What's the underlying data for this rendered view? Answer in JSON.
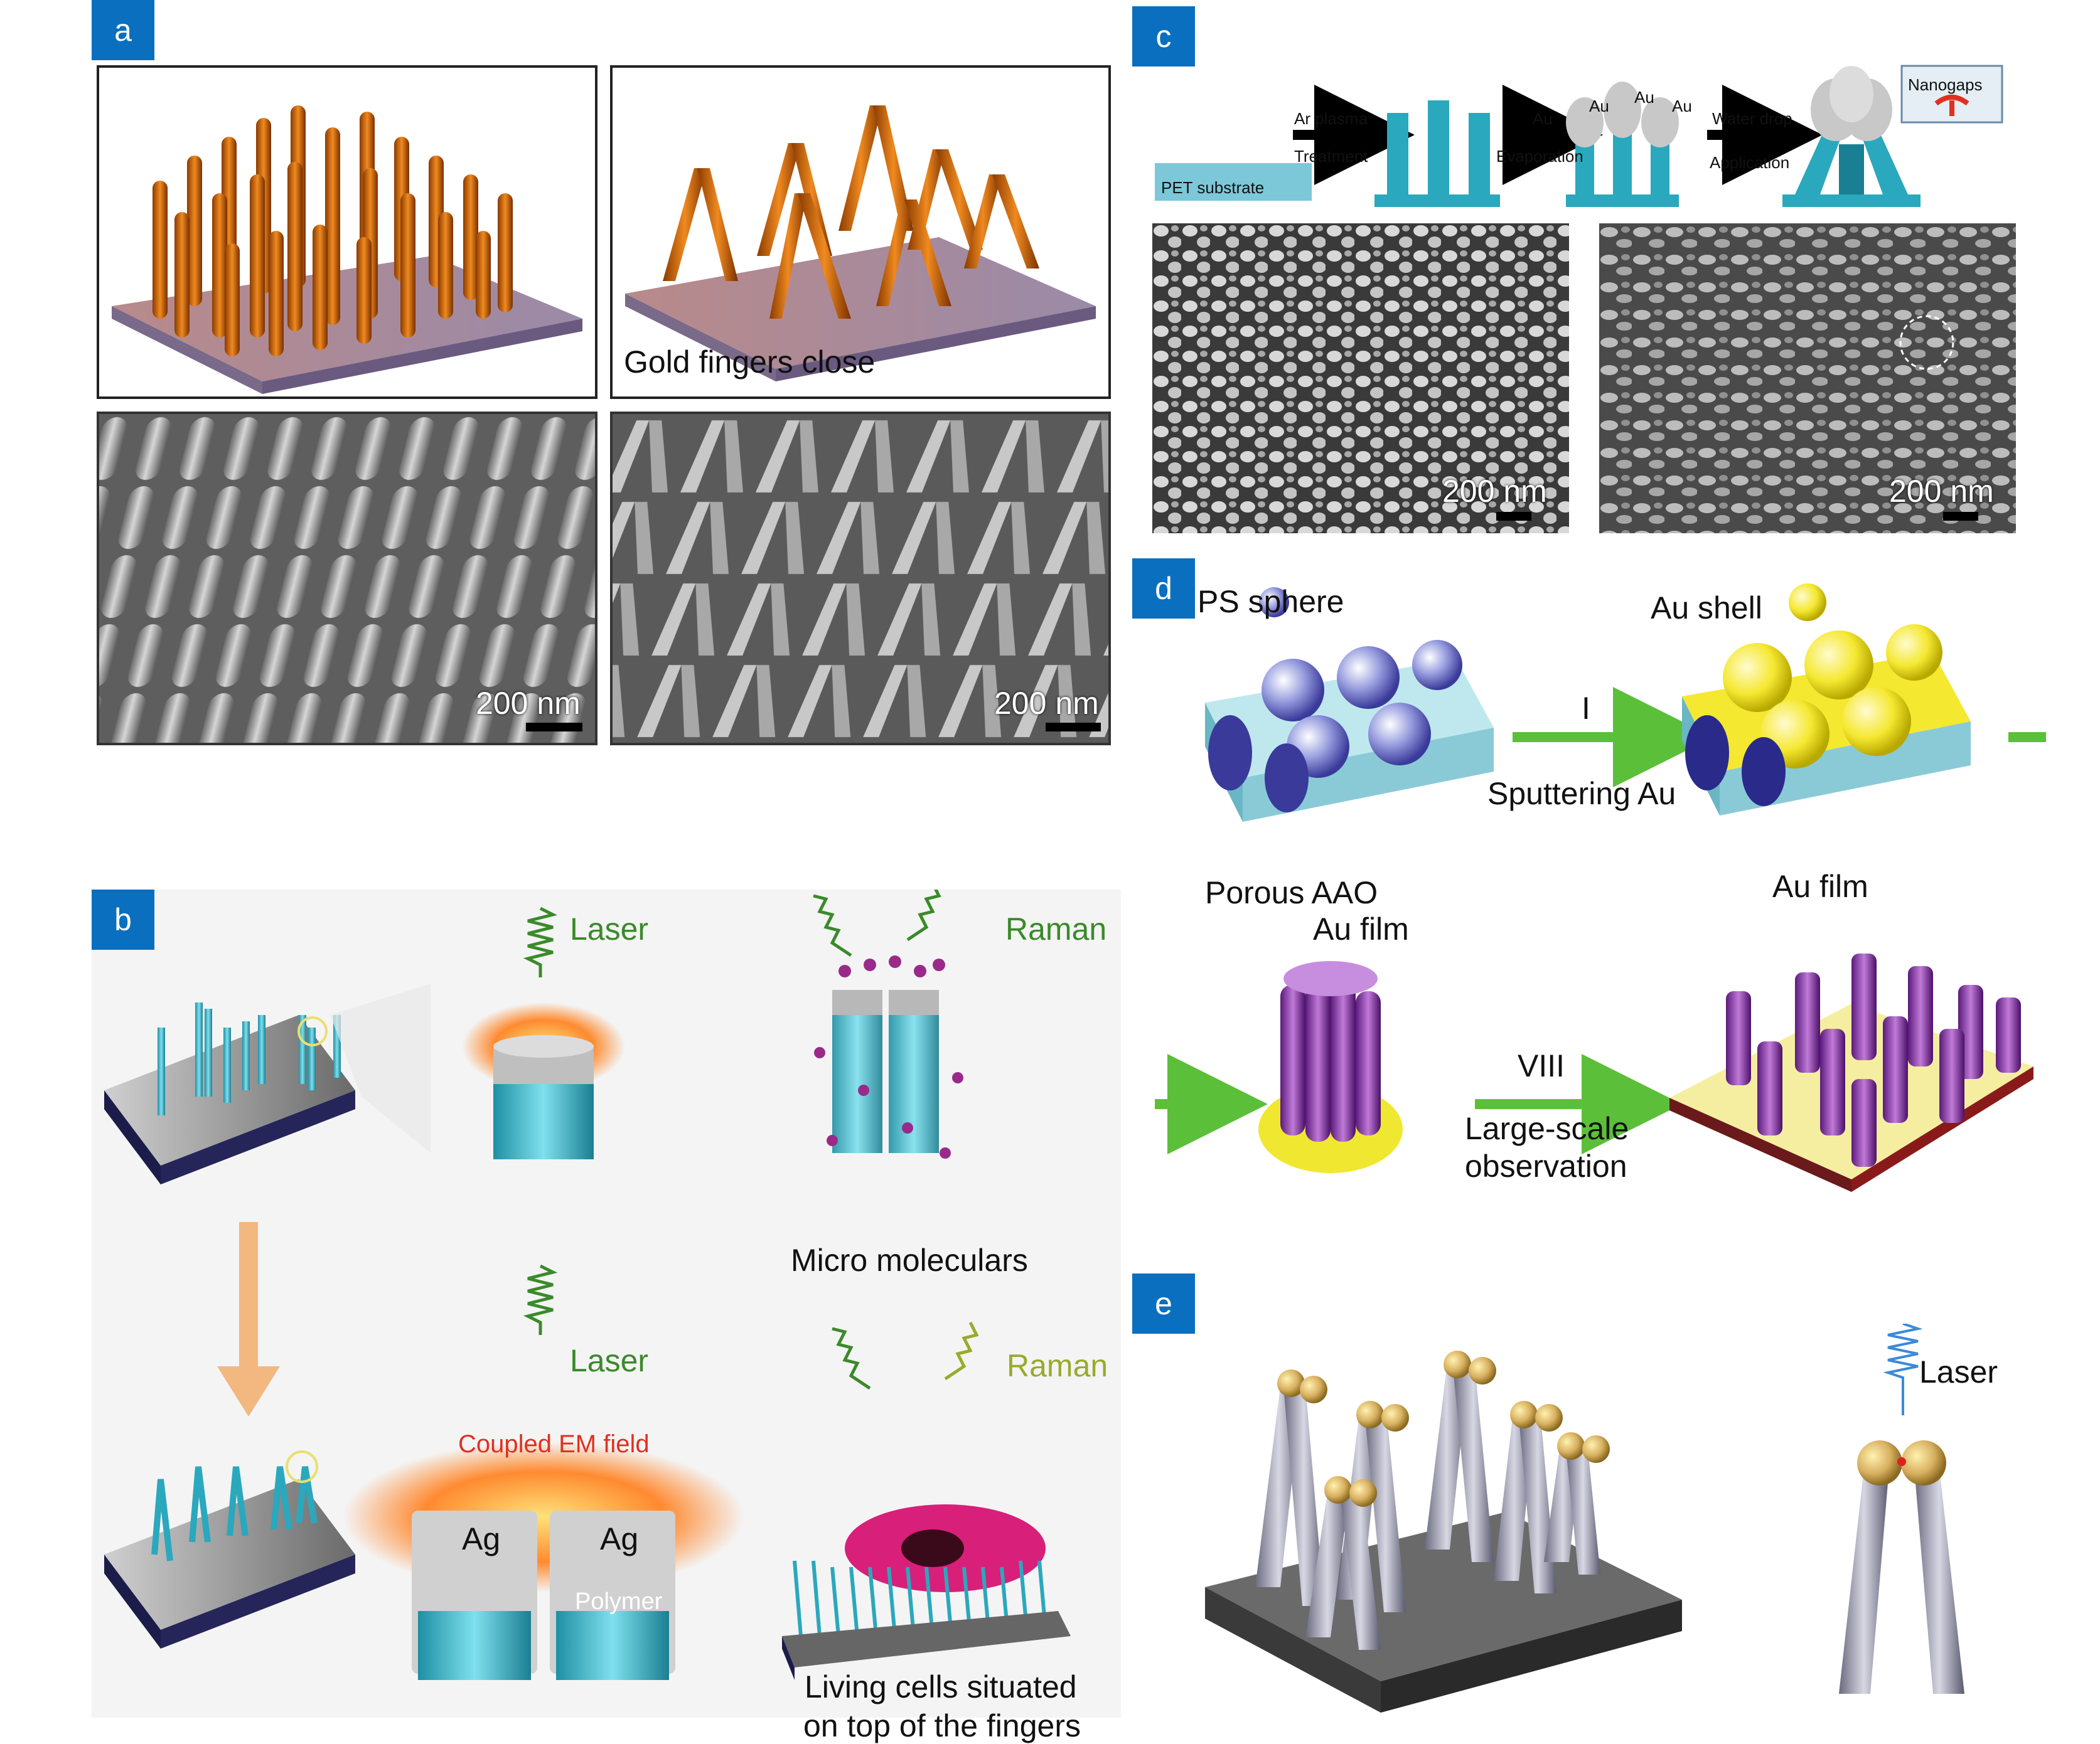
{
  "panels": {
    "a": {
      "tag": "a",
      "caption": "Gold fingers close",
      "scale_left": "200 nm",
      "scale_right": "200 nm"
    },
    "b": {
      "tag": "b",
      "laser_top": "Laser",
      "raman_top": "Raman",
      "micro": "Micro moleculars",
      "laser_bottom": "Laser",
      "coupled": "Coupled EM field",
      "ag_left": "Ag",
      "ag_right": "Ag",
      "polymer": "Polymer",
      "raman_bottom": "Raman",
      "cells_line1": "Living cells situated",
      "cells_line2": "on top of the fingers"
    },
    "c": {
      "tag": "c",
      "pet": "PET substrate",
      "ar1": "Ar plasma",
      "ar2": "Treatment",
      "au_step": "Au",
      "evap": "Evaporation",
      "au1": "Au",
      "au2": "Au",
      "au3": "Au",
      "water1": "Water drop",
      "water2": "Application",
      "nanogaps": "Nanogaps",
      "scale_left": "200 nm",
      "scale_right": "200 nm"
    },
    "d": {
      "tag": "d",
      "ps": "PS sphere",
      "au_shell": "Au shell",
      "step1": "I",
      "sputter": "Sputtering Au",
      "porous": "Porous AAO",
      "au_film_right": "Au film",
      "au_film_mid": "Au film",
      "step8": "VIII",
      "large1": "Large-scale",
      "large2": "observation"
    },
    "e": {
      "tag": "e",
      "laser": "Laser"
    }
  },
  "colors": {
    "tag_bg": "#0a6fbf",
    "green_text": "#3a8a2a",
    "olive_text": "#9aaa2a",
    "red_text": "#e03020",
    "arrow_green": "#5cbf3a",
    "teal": "#2aa8bd",
    "gold": "#f2e66a",
    "purple": "#8a3ea8"
  }
}
